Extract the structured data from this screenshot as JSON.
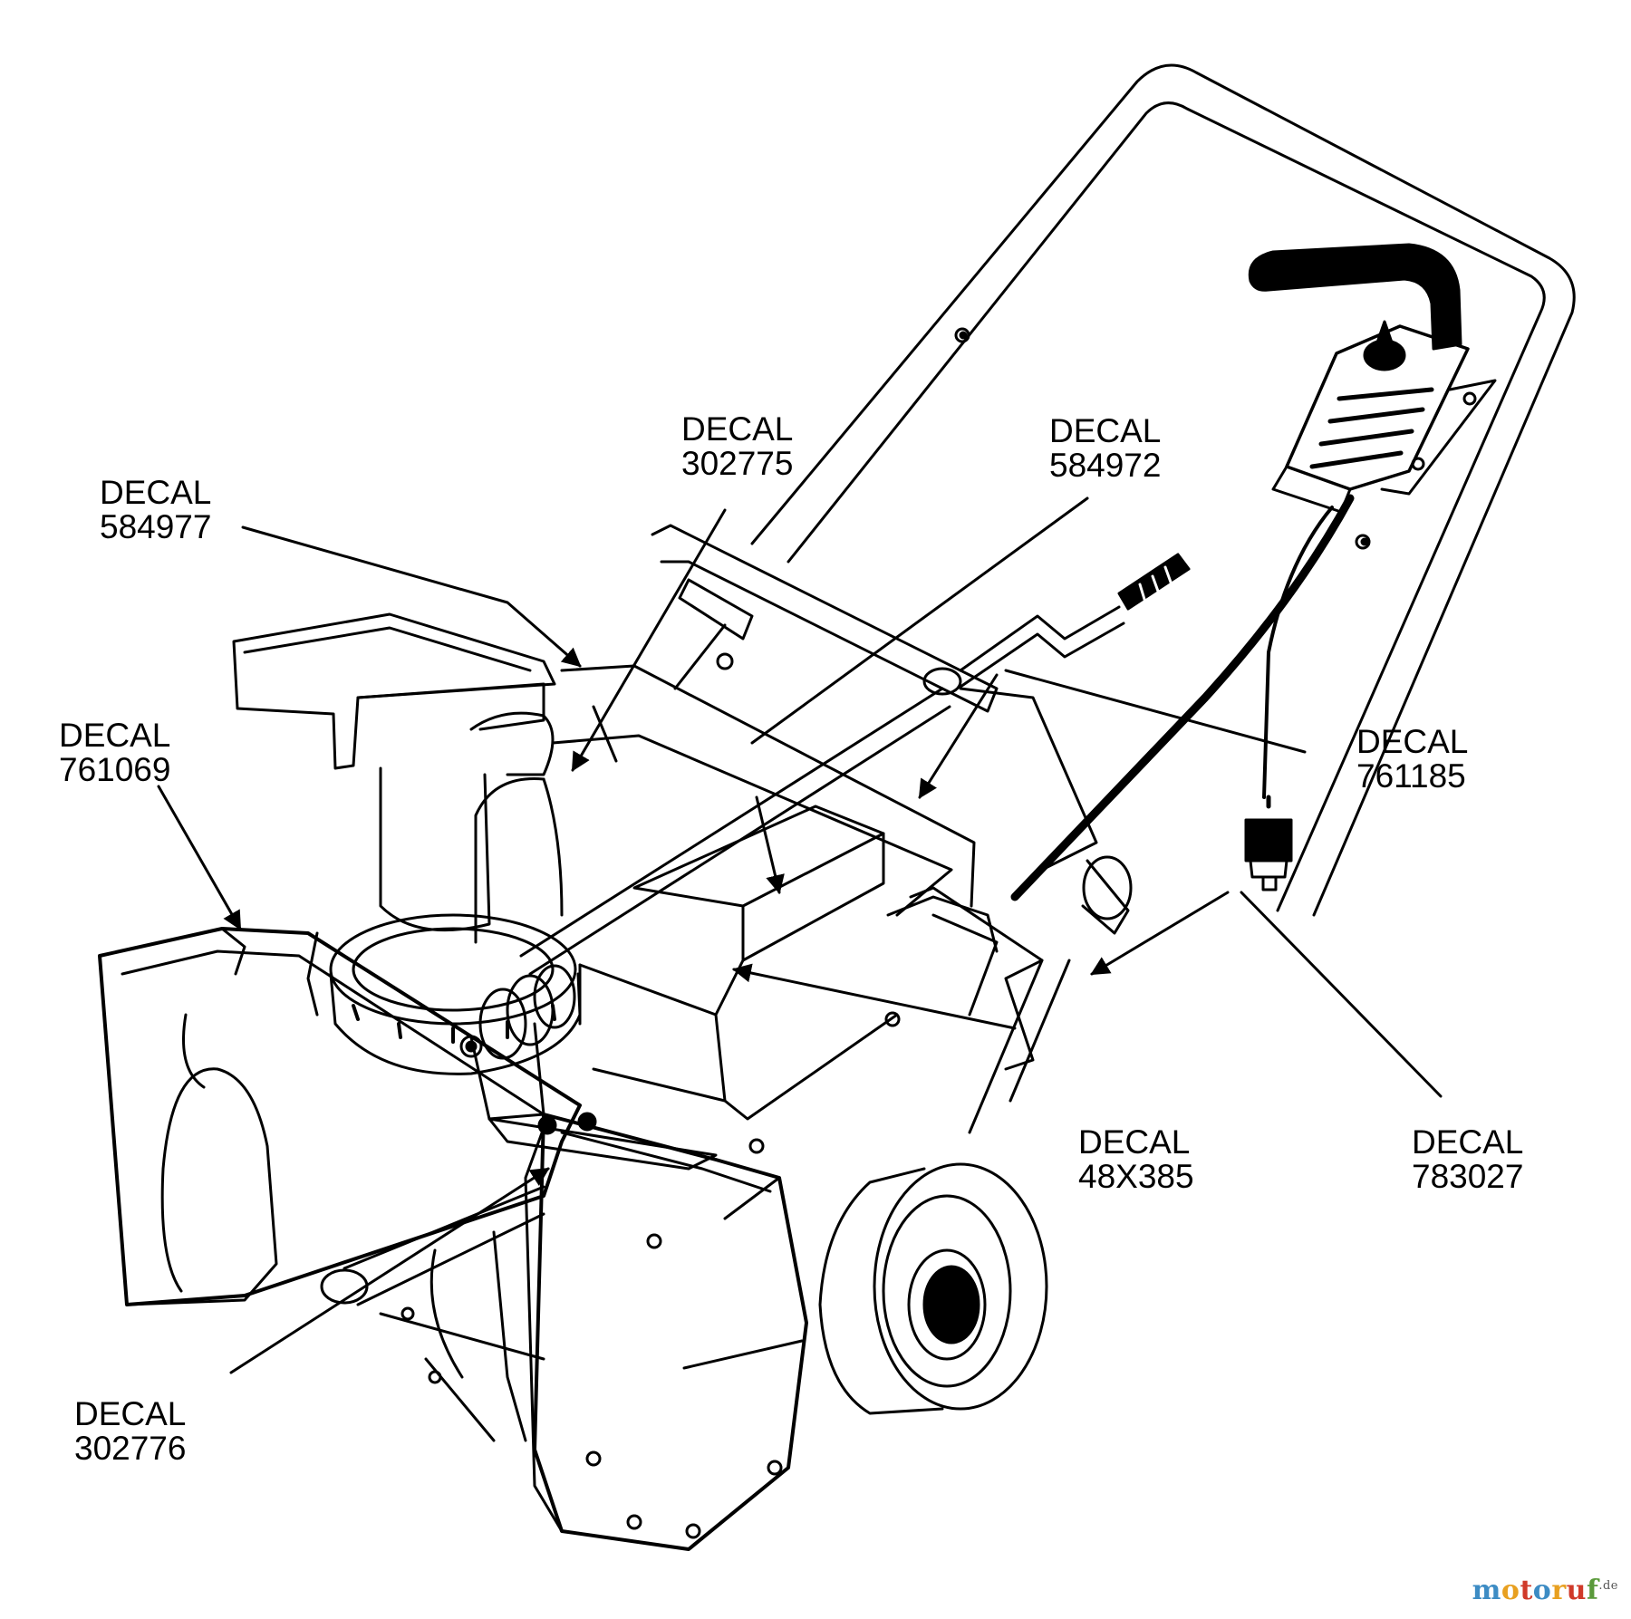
{
  "callouts": [
    {
      "id": "584977",
      "line1": "DECAL",
      "line2": "584977"
    },
    {
      "id": "302775",
      "line1": "DECAL",
      "line2": "302775"
    },
    {
      "id": "584972",
      "line1": "DECAL",
      "line2": "584972"
    },
    {
      "id": "761069",
      "line1": "DECAL",
      "line2": "761069"
    },
    {
      "id": "761185",
      "line1": "DECAL",
      "line2": "761185"
    },
    {
      "id": "48X385",
      "line1": "DECAL",
      "line2": "48X385"
    },
    {
      "id": "783027",
      "line1": "DECAL",
      "line2": "783027"
    },
    {
      "id": "302776",
      "line1": "DECAL",
      "line2": "302776"
    }
  ],
  "watermark": {
    "parts": [
      "m",
      "o",
      "t",
      "o",
      "r",
      "u",
      "f"
    ],
    "suffix": ".de",
    "colors": [
      "#3d8cc4",
      "#e8a020",
      "#d03a2a",
      "#3d8cc4",
      "#e8a020",
      "#d03a2a",
      "#5a9a3a"
    ]
  }
}
